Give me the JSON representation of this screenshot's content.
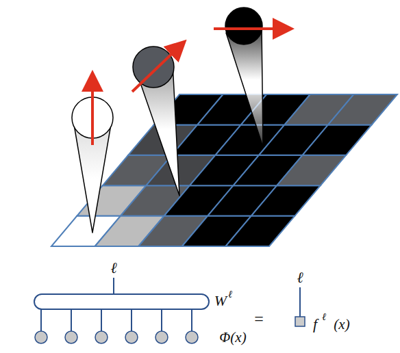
{
  "diagram": {
    "labels": [
      "ℓ",
      "W",
      "ℓ",
      "Φ(x)",
      "=",
      "ℓ",
      "f",
      "ℓ",
      "(x)"
    ]
  }
}
